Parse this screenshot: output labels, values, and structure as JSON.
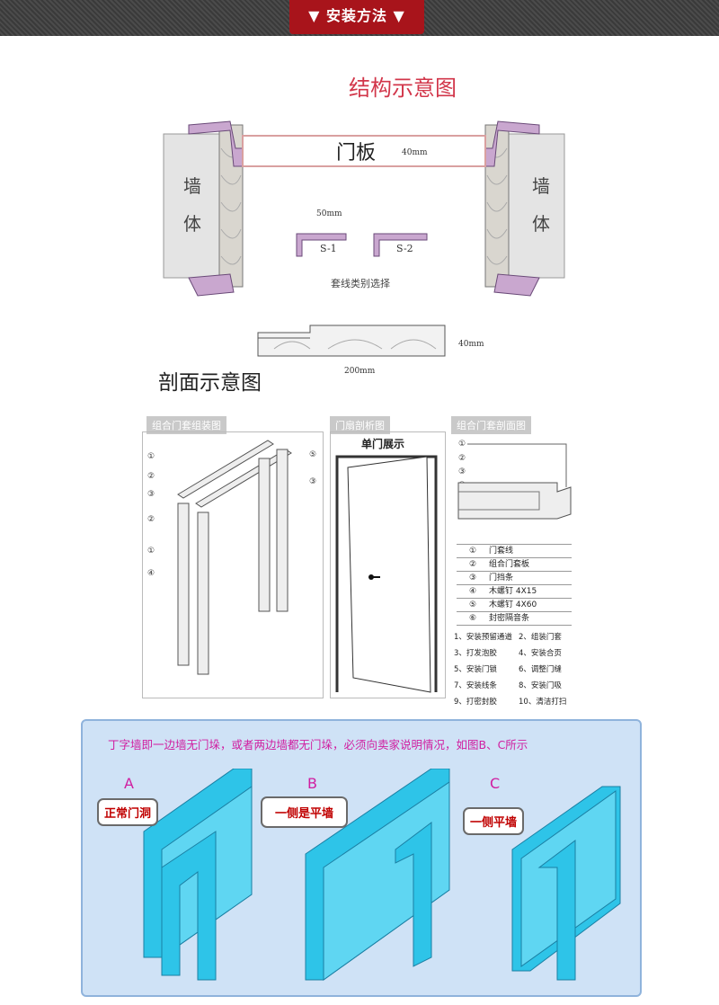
{
  "banner": {
    "title": "▼ 安装方法 ▼"
  },
  "structure": {
    "title": "结构示意图",
    "wall_left": [
      "墙",
      "体"
    ],
    "wall_right": [
      "墙",
      "体"
    ],
    "door_panel_label": "门板",
    "dim_40": "40mm",
    "dim_50": "50mm",
    "s1": "S-1",
    "s2": "S-2",
    "casing_choice": "套线类别选择"
  },
  "section": {
    "title": "剖面示意图",
    "dim_40": "40mm",
    "dim_200": "200mm"
  },
  "panels": {
    "assembly_title": "组合门套组装图",
    "door_leaf_title": "门扇剖析图",
    "door_leaf_caption": "单门展示",
    "section_title": "组合门套剖面图",
    "assembly_numbers": [
      "①",
      "②",
      "③",
      "②",
      "①",
      "④",
      "⑤",
      "③"
    ],
    "section_numbers": [
      "①",
      "②",
      "③",
      "⑥"
    ]
  },
  "legend": [
    {
      "num": "①",
      "text": "门套线"
    },
    {
      "num": "②",
      "text": "组合门套板"
    },
    {
      "num": "③",
      "text": "门挡条"
    },
    {
      "num": "④",
      "text": "木螺钉 4X15"
    },
    {
      "num": "⑤",
      "text": "木螺钉 4X60"
    },
    {
      "num": "⑥",
      "text": "封密隔音条"
    }
  ],
  "steps": [
    [
      "1、安装预留通道",
      "2、组装门套"
    ],
    [
      "3、打发泡胶",
      "4、安装合页"
    ],
    [
      "5、安装门锁",
      "6、调整门缝"
    ],
    [
      "7、安装线条",
      "8、安装门吸"
    ],
    [
      "9、打密封胶",
      "10、清洁打扫"
    ]
  ],
  "notice": {
    "text": "丁字墙即一边墙无门垛，或者两边墙都无门垛，必须向卖家说明情况，如图B、C所示",
    "letters": [
      "A",
      "B",
      "C"
    ],
    "bubbles": [
      "正常门洞",
      "一侧是平墙",
      "一侧平墙"
    ]
  },
  "colors": {
    "accent_red": "#a8141b",
    "title_pink": "#d2364a",
    "wall_cyan": "#2ec4e8",
    "notice_magenta": "#d01ea0"
  }
}
